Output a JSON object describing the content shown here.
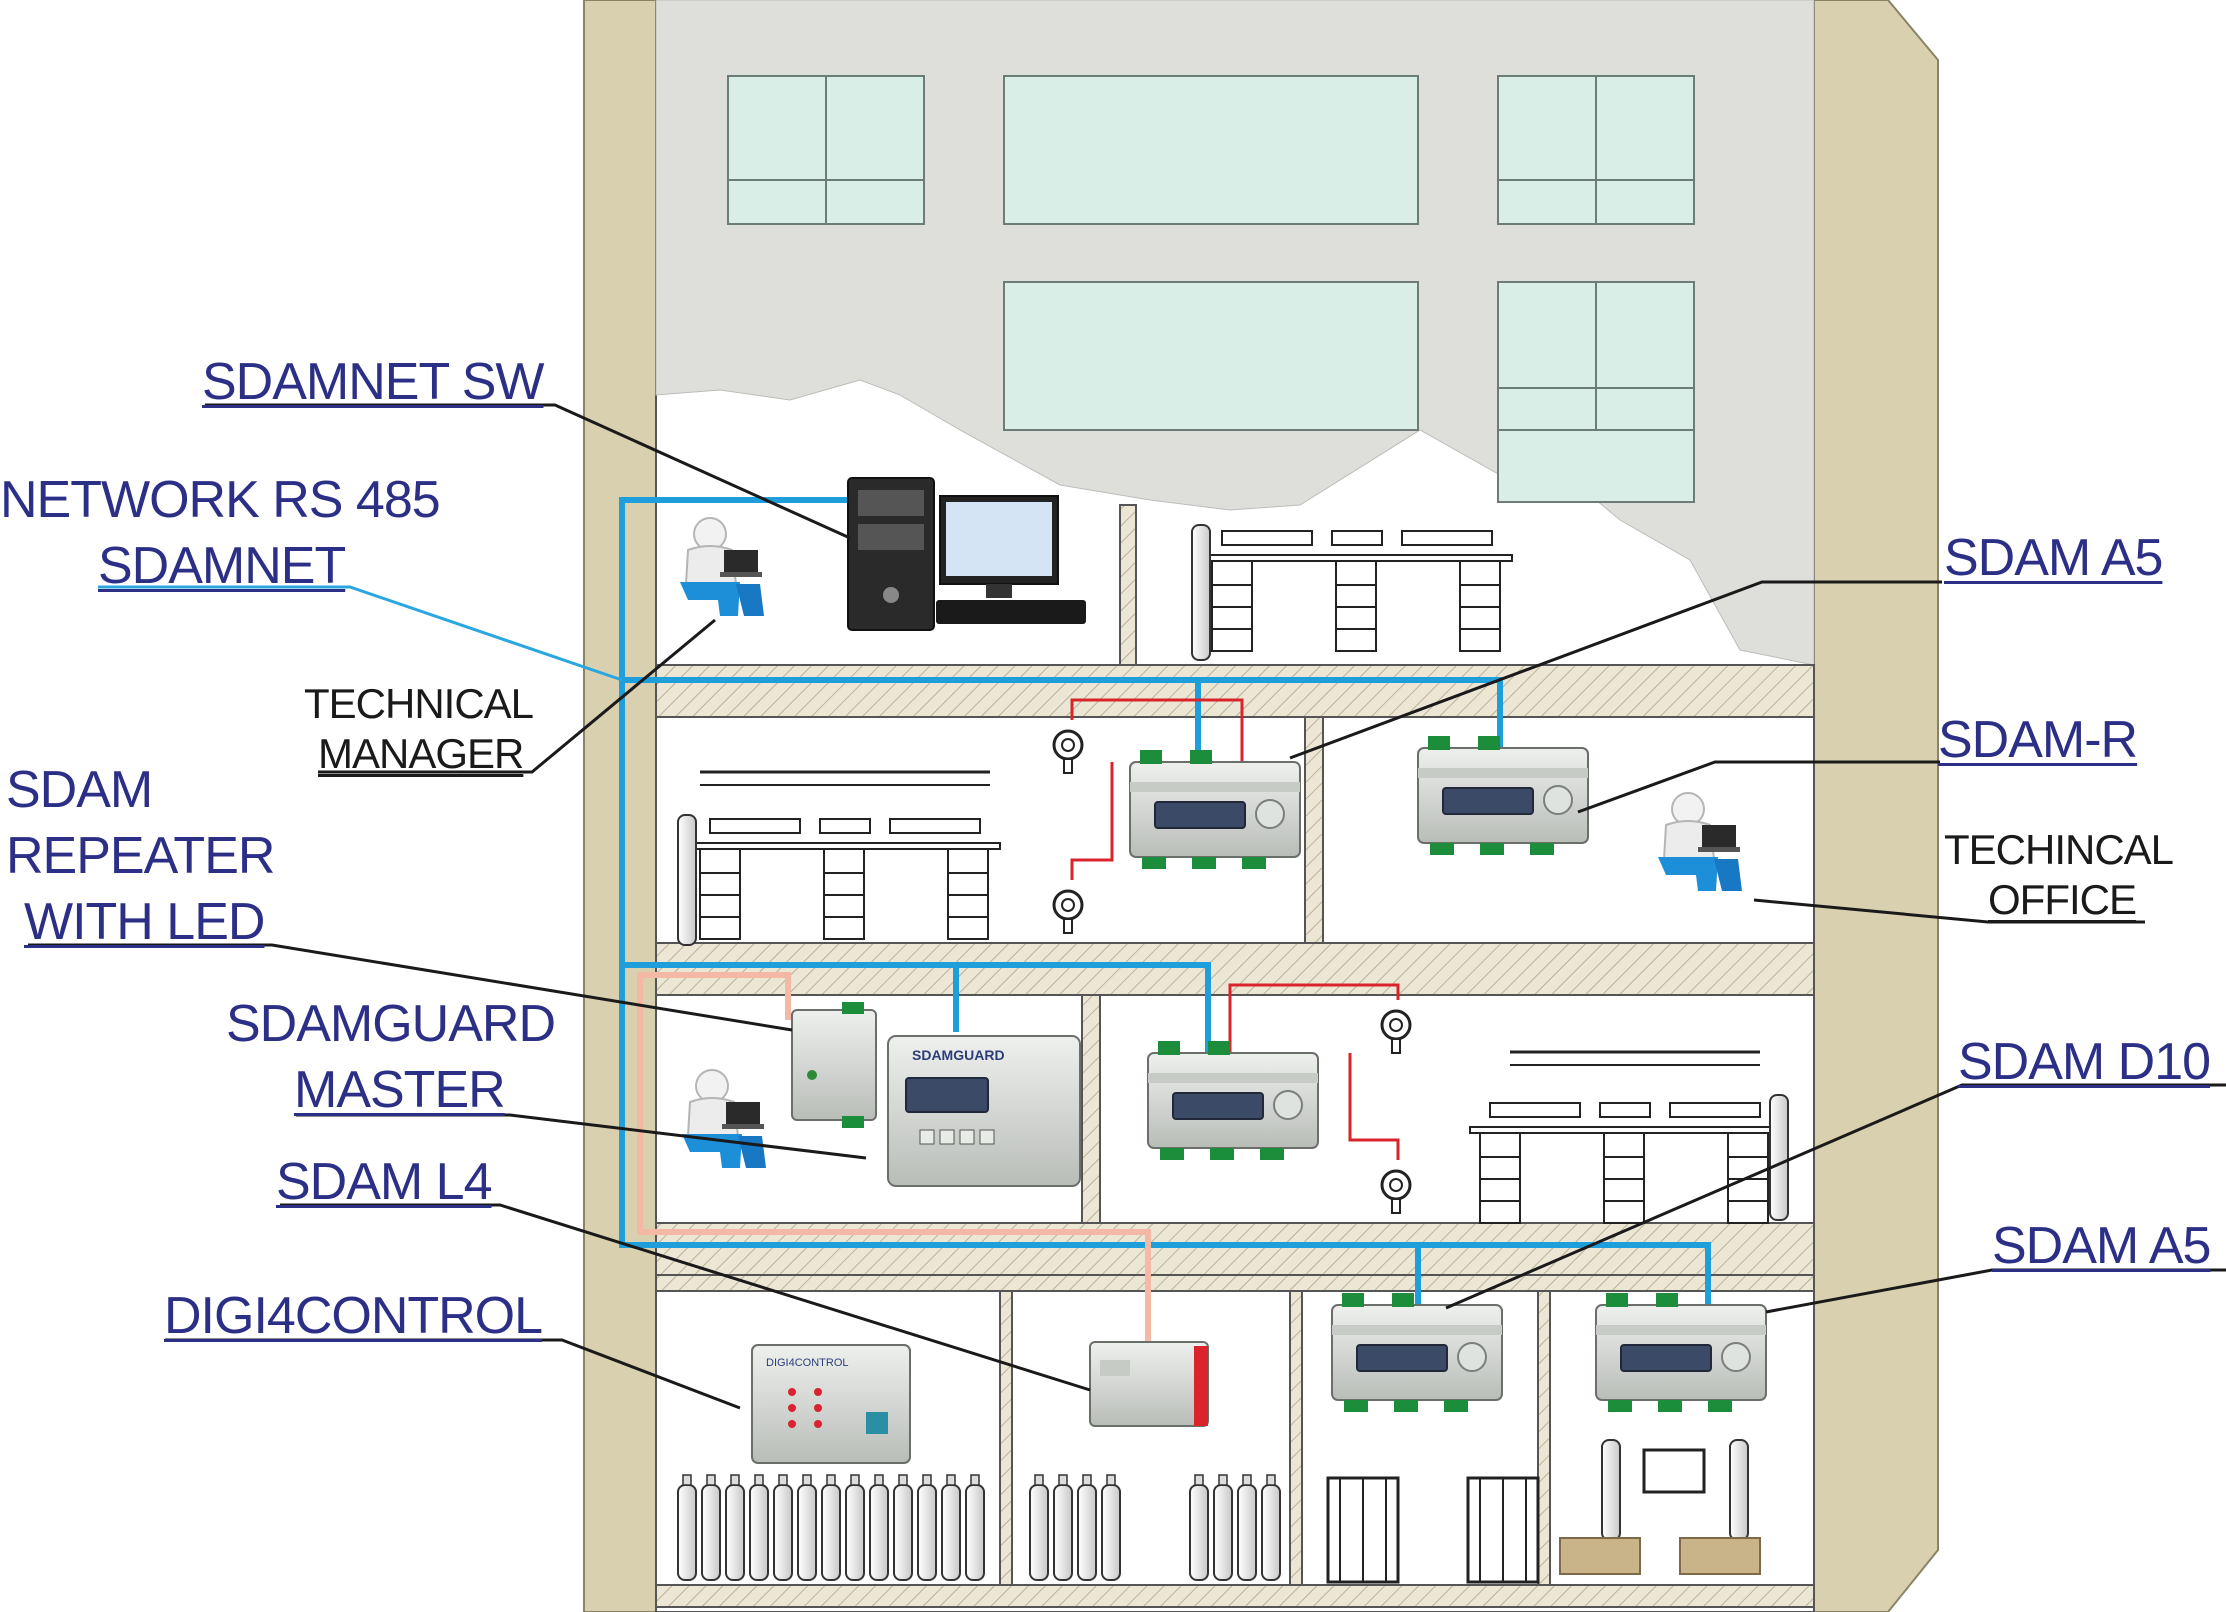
{
  "labels": {
    "sdamnet_sw": "SDAMNET SW",
    "network_line1": "NETWORK RS 485",
    "network_line2": "SDAMNET",
    "technical_manager_line1": "TECHNICAL",
    "technical_manager_line2": "MANAGER",
    "repeater_line1": "SDAM",
    "repeater_line2": "REPEATER",
    "repeater_line3": "WITH LED",
    "sdamguard_line1": "SDAMGUARD",
    "sdamguard_line2": "MASTER",
    "sdam_l4": "SDAM L4",
    "digi4control": "DIGI4CONTROL",
    "sdam_a5_top": "SDAM A5",
    "sdam_r": "SDAM-R",
    "technical_office_line1": "TECHINCAL",
    "technical_office_line2": "OFFICE",
    "sdam_d10": "SDAM D10",
    "sdam_a5_bottom": "SDAM A5"
  },
  "devices": {
    "sdamguard_panel_title": "SDAMGUARD",
    "digi4control_panel_title": "DIGI4CONTROL"
  },
  "colors": {
    "wall": "#d8d0ae",
    "facade": "#dededb",
    "window": "#d8eee6",
    "network_cable": "#1e9fdc",
    "sensor_cable": "#d8242a",
    "loop_cable": "#f3b9a4",
    "label_blue": "#2b2f86",
    "leader_blue": "#2aa6e0"
  }
}
